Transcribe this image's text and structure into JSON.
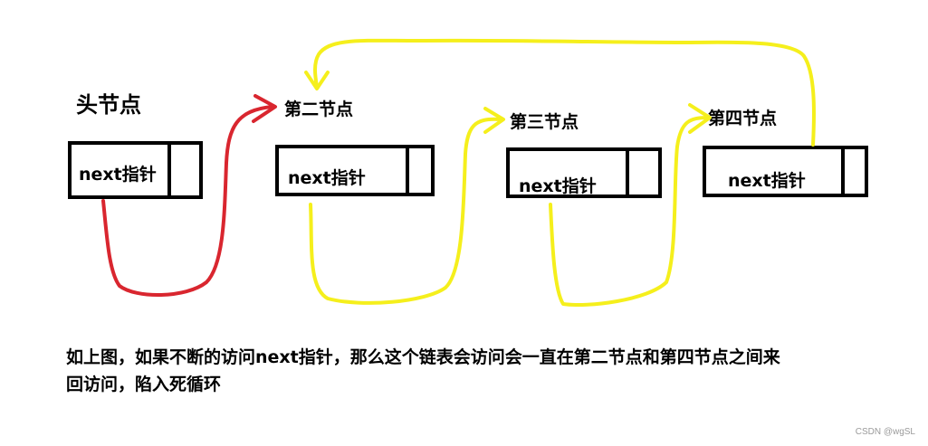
{
  "nodes": {
    "head": {
      "title": "头节点",
      "field": "next指针"
    },
    "second": {
      "title": "第二节点",
      "field": "next指针"
    },
    "third": {
      "title": "第三节点",
      "field": "next指针"
    },
    "fourth": {
      "title": "第四节点",
      "field": "next指针"
    }
  },
  "caption": {
    "line1": "如上图，如果不断的访问next指针，那么这个链表会访问会一直在第二节点和第四节点之间来",
    "line2": "回访问，陷入死循环"
  },
  "watermark": "CSDN @wgSL",
  "colors": {
    "head_arrow": "#d9262f",
    "loop_arrows": "#f5ef1c",
    "box_border": "#000000"
  }
}
